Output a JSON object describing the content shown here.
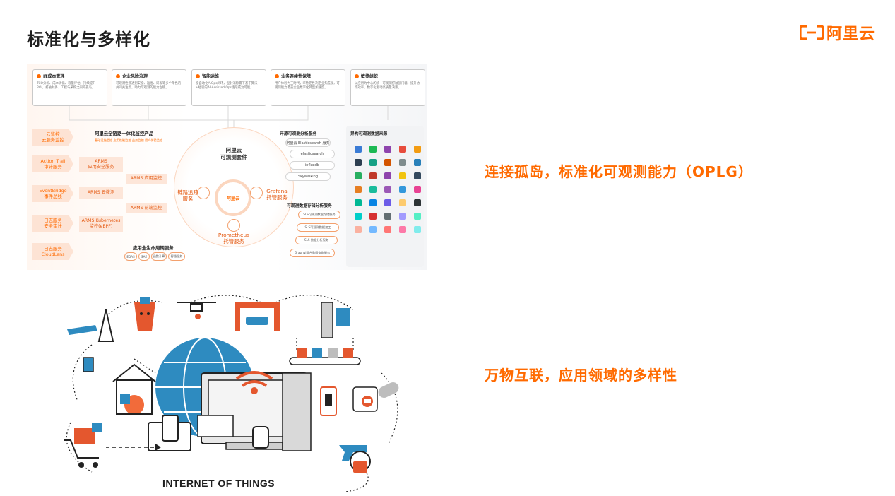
{
  "page": {
    "title": "标准化与多样化"
  },
  "brand": {
    "logo_text": "阿里云",
    "accent": "#ff6a00"
  },
  "headings": {
    "first": "连接孤岛，标准化可观测能力（OPLG）",
    "second": "万物互联，应用领域的多样性"
  },
  "arch": {
    "cards": [
      {
        "title": "IT成本管理",
        "desc": "TCO分析、成本优化、容量评估、持续提升ROI，打破财务、工程与采购之间的孤岛。"
      },
      {
        "title": "企业风险治理",
        "desc": "可观测性渗透到安全、运维、研发等多个角色的共同关注点，助力可观测的能力左移。"
      },
      {
        "title": "智能运维",
        "desc": "全自动化AIOps闭环，但射消除需下基于算法+经验的AI-Assisted Ops逐渐成为可能。"
      },
      {
        "title": "业务连续性保障",
        "desc": "用户体验为王时代，IT稳定性决定业务成败，可观测能力覆盖企业数字化转型加速度。"
      },
      {
        "title": "敏捷组织",
        "desc": "以应用为中心的统一可观测打破部门墙，提升协作效率，数字化驱动高质量决策。"
      }
    ],
    "left_labels": [
      "云监控\n云服务监控",
      "Action Trail\n审计服务",
      "EventBridge\n事件总线",
      "日志服务\n安全审计",
      "日志服务\nCloudLens"
    ],
    "mid_labels": [
      "ARMS\n应用安全服务",
      "ARMS 云拨测",
      "ARMS Kubernetes\n监控(eBPF)"
    ],
    "product_title": "阿里云全链路一体化监控产品",
    "product_tags": "基础设施监控  应用性能监控  业务监控  用户体验监控",
    "app_monitor": "ARMS 应用监控",
    "frontend_monitor": "ARMS 前端监控",
    "lifecycle_title": "应用全生命周期服务",
    "lifecycle_tags": [
      "EDAS",
      "SAE",
      "函数计算",
      "容器服务"
    ],
    "center_title": "阿里云\n可观测套件",
    "center_logo": "阿里云",
    "svc_tracing": "链路追踪\n服务",
    "svc_grafana": "Grafana\n托管服务",
    "svc_prometheus": "Prometheus\n托管服务",
    "open_title": "开源可观测分析服务",
    "open_tools": [
      "阿里云 Elasticsearch 服务",
      "elasticsearch",
      "influxdb",
      "Skywalking"
    ],
    "storage_title": "可观测数据存储分析服务",
    "storage_items": [
      "SLS可观测数据存储服务",
      "SLS可观测数据加工",
      "SLS 数据分析服务",
      "Graphql混合数据查询服务"
    ],
    "source_title": "异构可观测数据来源",
    "source_colors": [
      "#3a7bd5",
      "#1db954",
      "#8e44ad",
      "#e74c3c",
      "#f39c12",
      "#2c3e50",
      "#16a085",
      "#d35400",
      "#7f8c8d",
      "#2980b9",
      "#27ae60",
      "#c0392b",
      "#8e44ad",
      "#f1c40f",
      "#34495e",
      "#e67e22",
      "#1abc9c",
      "#9b59b6",
      "#3498db",
      "#e84393",
      "#00b894",
      "#0984e3",
      "#6c5ce7",
      "#fdcb6e",
      "#2d3436",
      "#00cec9",
      "#d63031",
      "#636e72",
      "#a29bfe",
      "#55efc4",
      "#fab1a0",
      "#74b9ff",
      "#ff7675",
      "#fd79a8",
      "#81ecec"
    ]
  },
  "iot": {
    "caption": "INTERNET OF THINGS"
  }
}
